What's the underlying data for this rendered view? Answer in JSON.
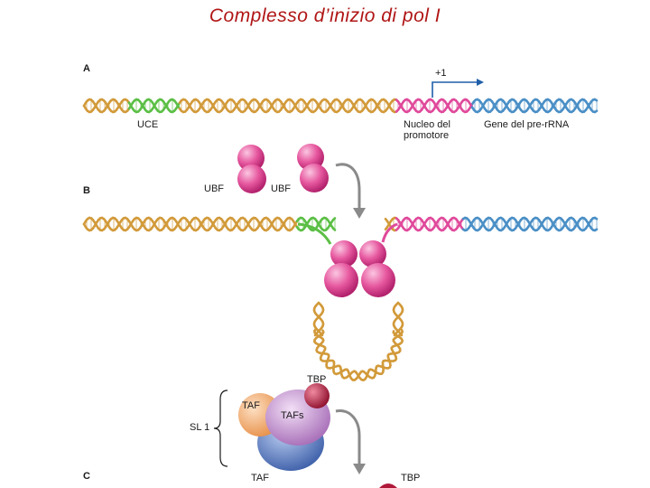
{
  "title": "Complesso d’inizio di pol I",
  "panels": {
    "a": "A",
    "b": "B",
    "c": "C"
  },
  "labels": {
    "plus_one": "+1",
    "uce": "UCE",
    "core_line1": "Nucleo del",
    "core_line2": "promotore",
    "gene": "Gene del pre-rRNA",
    "ubf_1": "UBF",
    "ubf_2": "UBF",
    "tbp_1": "TBP",
    "taf_1": "TAF",
    "tafs": "TAFs",
    "sl1": "SL 1",
    "taf_2": "TAF",
    "tbp_2": "TBP"
  },
  "colors": {
    "title": "#b01515",
    "dna_upstream": "#d29a3a",
    "uce": "#5bbf45",
    "core_promoter": "#e0499b",
    "gene": "#4a8fc6",
    "ubf": "#e6589f",
    "taf_orange": "#f0a868",
    "tafs_purple": "#c48ed0",
    "taf_blue": "#5a7fc8",
    "tbp_red": "#b0183a",
    "arrow": "#8a8a8a"
  }
}
